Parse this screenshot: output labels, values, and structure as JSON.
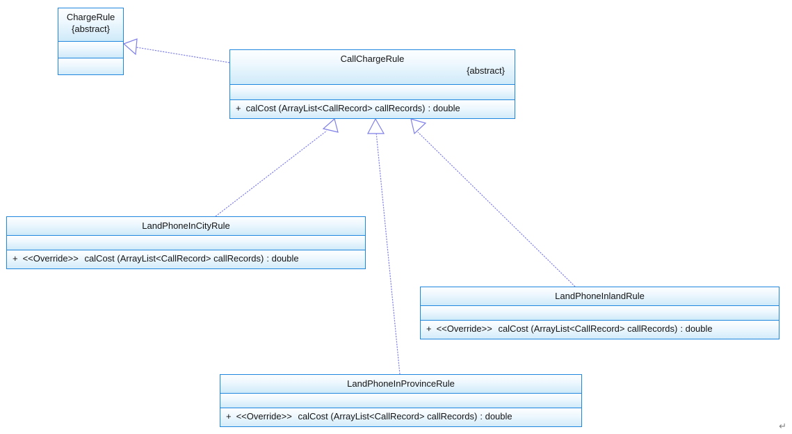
{
  "diagram": {
    "type": "uml-class-diagram",
    "accent_border": "#1f86e0",
    "fill_light": "#fdfefe",
    "fill_dark": "#cfeaf9",
    "edge_color": "#7f7fe8",
    "text_color": "#141414",
    "pilcrow": "↵"
  },
  "classes": {
    "chargerule": {
      "name": "ChargeRule",
      "abstract_marker": "{abstract}",
      "attributes": [],
      "operations": []
    },
    "callchargerule": {
      "name": "CallChargeRule",
      "abstract_marker": "{abstract}",
      "attributes": [],
      "operations": [
        {
          "visibility": "+",
          "stereotype": "",
          "signature": "calCost (ArrayList<CallRecord> callRecords)",
          "return": ": double"
        }
      ]
    },
    "landphoneincityrule": {
      "name": "LandPhoneInCityRule",
      "abstract_marker": "",
      "attributes": [],
      "operations": [
        {
          "visibility": "+",
          "stereotype": "<<Override>>",
          "signature": "calCost (ArrayList<CallRecord> callRecords)",
          "return": ": double"
        }
      ]
    },
    "landphoneinlandrule": {
      "name": "LandPhoneInlandRule",
      "abstract_marker": "",
      "attributes": [],
      "operations": [
        {
          "visibility": "+",
          "stereotype": "<<Override>>",
          "signature": "calCost (ArrayList<CallRecord> callRecords)",
          "return": ": double"
        }
      ]
    },
    "landphoneinprovincerule": {
      "name": "LandPhoneInProvinceRule",
      "abstract_marker": "",
      "attributes": [],
      "operations": [
        {
          "visibility": "+",
          "stereotype": "<<Override>>",
          "signature": "calCost (ArrayList<CallRecord> callRecords)",
          "return": ": double"
        }
      ]
    }
  },
  "relationships": [
    {
      "kind": "generalization",
      "from": "callchargerule",
      "to": "chargerule"
    },
    {
      "kind": "generalization",
      "from": "landphoneincityrule",
      "to": "callchargerule"
    },
    {
      "kind": "generalization",
      "from": "landphoneinprovincerule",
      "to": "callchargerule"
    },
    {
      "kind": "generalization",
      "from": "landphoneinlandrule",
      "to": "callchargerule"
    }
  ]
}
